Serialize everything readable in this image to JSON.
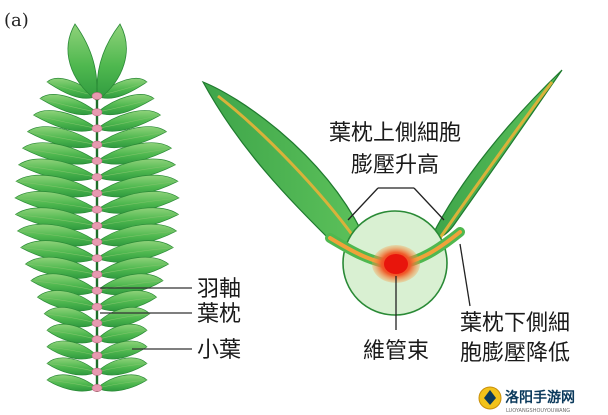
{
  "panel_label": "(a)",
  "labels": {
    "rachis": "羽軸",
    "pulvinus": "葉枕",
    "leaflet": "小葉",
    "upper_cells_line1": "葉枕上側細胞",
    "upper_cells_line2": "膨壓升高",
    "vascular_bundle": "維管束",
    "lower_cells_line1": "葉枕下側細",
    "lower_cells_line2": "胞膨壓降低"
  },
  "watermark": {
    "title": "洛阳手游网",
    "subtitle": "LUOYANGSHOUYOUWANG"
  },
  "colors": {
    "leaf_dark": "#2f9a3f",
    "leaf_mid": "#4fb84f",
    "leaf_light": "#8fd27a",
    "stem": "#1f6e2a",
    "pulvinus": "#e79ab0",
    "cross_section_fill": "#d9f0d2",
    "vascular": "#e02a1a",
    "vein": "#d9b23a"
  }
}
